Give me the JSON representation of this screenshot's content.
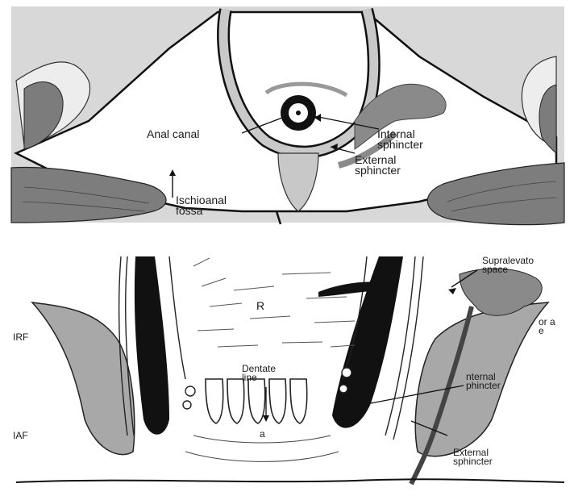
{
  "top_panel": {
    "labels": {
      "anal_canal": "Anal canal",
      "internal_sphincter": "Internal\nsphincter",
      "external_sphincter": "External\nsphincter",
      "ischioanal_fossa": "Ischioanal\nfossa"
    }
  },
  "bottom_panel": {
    "labels": {
      "supralevator_space": "Supralevato\nspace",
      "or_partial": "or a\ne",
      "rectum": "R",
      "irf": "IRF",
      "iaf": "IAF",
      "dentate_line": "Dentate\nline",
      "anal_a": "a",
      "internal_sphincter": "nternal\nphincter",
      "external_sphincter": "External\nsphincter"
    }
  },
  "colors": {
    "paper": "#ffffff",
    "panel_bg": "#d9d9d9",
    "muscle_gray": "#8c8c8c",
    "dark_gray": "#6e6e6e",
    "ink": "#111111"
  }
}
